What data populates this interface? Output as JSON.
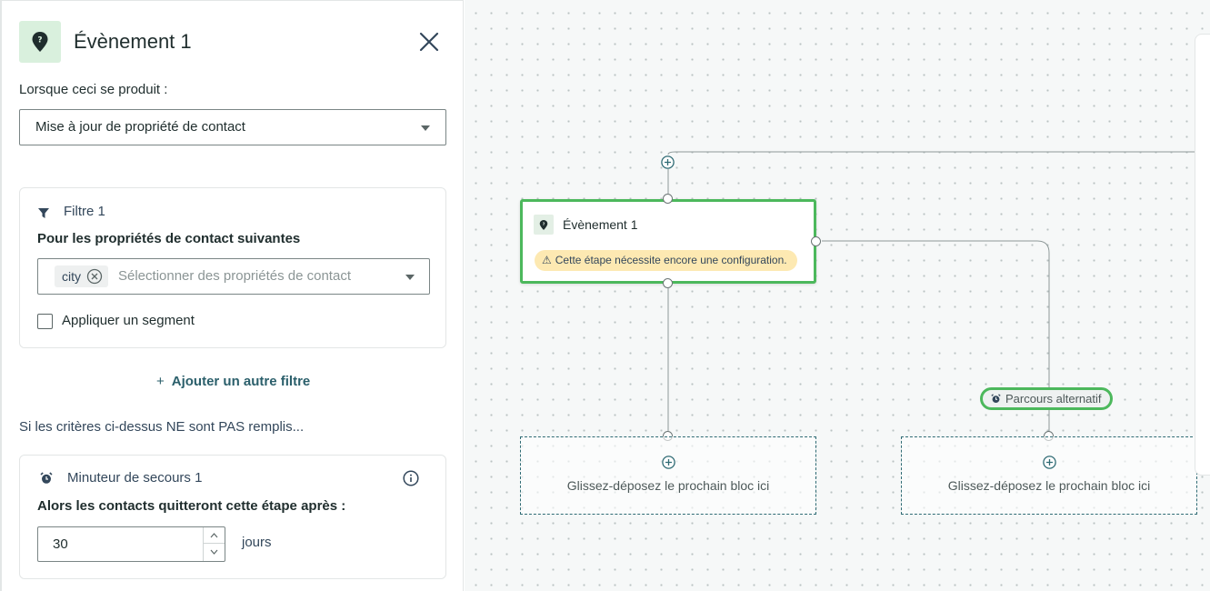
{
  "panel": {
    "title": "Évènement 1",
    "trigger_label": "Lorsque ceci se produit :",
    "trigger_value": "Mise à jour de propriété de contact",
    "filter": {
      "title": "Filtre 1",
      "subtitle": "Pour les propriétés de contact suivantes",
      "tag": "city",
      "placeholder": "Sélectionner des propriétés de contact",
      "segment_label": "Appliquer un segment"
    },
    "add_filter_label": "Ajouter un autre filtre",
    "add_filter_plus": "+",
    "fallback_intro": "Si les critères ci-dessus NE sont PAS remplis...",
    "timer": {
      "title": "Minuteur de secours 1",
      "subtitle": "Alors les contacts quitteront cette étape après :",
      "value": "30",
      "unit": "jours"
    }
  },
  "canvas": {
    "node": {
      "title": "Évènement 1",
      "warning": "Cette étape nécessite encore une configuration.",
      "warning_glyph": "⚠"
    },
    "alt_badge": "Parcours alternatif",
    "drop_zones": [
      {
        "text": "Glissez-déposez le prochain bloc ici"
      },
      {
        "text": "Glissez-déposez le prochain bloc ici"
      }
    ]
  },
  "colors": {
    "accent_green": "#4cb85c",
    "warning_bg": "#fde9b2",
    "link_teal": "#2b5f6b"
  },
  "icons": {
    "header": "map-pin-icon",
    "close": "close-icon",
    "filter": "funnel-icon",
    "timer": "alarm-clock-icon",
    "info": "info-icon",
    "add": "plus-circle-icon"
  }
}
